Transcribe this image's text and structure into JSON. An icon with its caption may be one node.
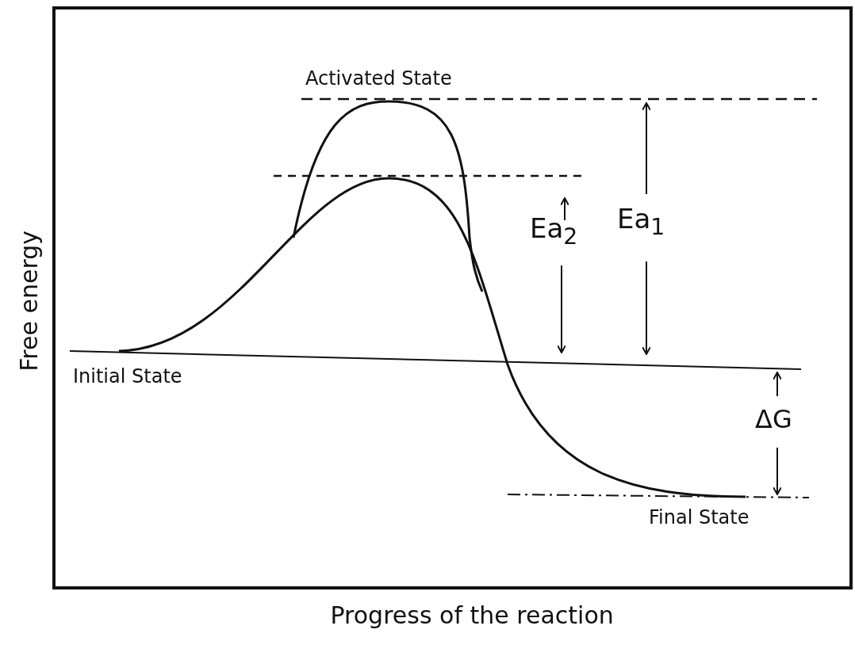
{
  "diagram": {
    "labels": [
      "Activated State",
      "Ea$_{2}$",
      "Ea$_{1}$",
      "Initial State",
      "ΔG",
      "Final State",
      "Free energy",
      "Progress of the reaction"
    ]
  }
}
